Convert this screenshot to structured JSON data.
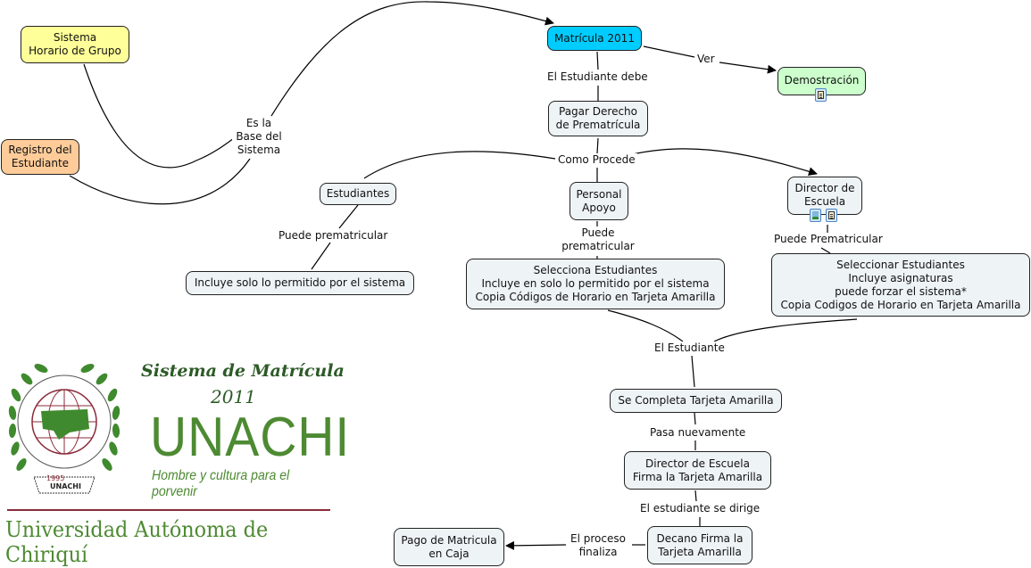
{
  "concept_map": {
    "nodes": {
      "sistema_horario": {
        "text": "Sistema\nHorario de Grupo",
        "fill": "#ffff99"
      },
      "registro": {
        "text": "Registro del\nEstudiante",
        "fill": "#ffcc99"
      },
      "matricula": {
        "text": "Matrícula 2011",
        "fill": "#00ccff"
      },
      "demostracion": {
        "text": "Demostración",
        "fill": "#ccffcc"
      },
      "pagar": {
        "text": "Pagar Derecho\nde Prematrícula",
        "fill": "#eef3f5"
      },
      "estudiantes": {
        "text": "Estudiantes",
        "fill": "#eef3f5"
      },
      "personal": {
        "text": "Personal\nApoyo",
        "fill": "#eef3f5"
      },
      "director": {
        "text": "Director de\nEscuela",
        "fill": "#eef3f5"
      },
      "incluye_solo": {
        "text": "Incluye solo lo permitido por el sistema",
        "fill": "#eef3f5"
      },
      "selecciona": {
        "text": "Selecciona Estudiantes\nIncluye en solo lo permitido por el sistema\nCopia Códigos de Horario en Tarjeta Amarilla",
        "fill": "#eef3f5"
      },
      "seleccionar": {
        "text": "Seleccionar Estudiantes\nIncluye asignaturas\npuede forzar el sistema*\nCopia Codigos de Horario en Tarjeta Amarilla",
        "fill": "#eef3f5"
      },
      "completa": {
        "text": "Se Completa Tarjeta Amarilla",
        "fill": "#eef3f5"
      },
      "director_firma": {
        "text": "Director de Escuela\nFirma la Tarjeta Amarilla",
        "fill": "#eef3f5"
      },
      "decano": {
        "text": "Decano Firma la\nTarjeta Amarilla",
        "fill": "#eef3f5"
      },
      "pago": {
        "text": "Pago de Matricula\nen Caja",
        "fill": "#eef3f5"
      }
    },
    "link_labels": {
      "es_la_base": "Es la\nBase del\nSistema",
      "ver": "Ver",
      "estudiante_debe": "El Estudiante debe",
      "como_procede": "Como Procede",
      "puede_prem_est": "Puede prematricular",
      "puede_prem_pers": "Puede\nprematricular",
      "puede_prem_dir": "Puede Prematricular",
      "el_estudiante": "El Estudiante",
      "pasa": "Pasa nuevamente",
      "se_dirige": "El estudiante se dirige",
      "finaliza": "El proceso\nfinaliza"
    },
    "resources": {
      "demostracion": [
        "document-icon"
      ],
      "director": [
        "image-icon",
        "document-icon"
      ]
    }
  },
  "branding": {
    "title": "Sistema de Matrícula",
    "year": "2011",
    "acronym": "UNACHI",
    "slogan": "Hombre y cultura para el porvenir",
    "university": "Universidad Autónoma de Chiriquí",
    "seal_year": "1995",
    "seal_acronym": "UNACHI",
    "colors": {
      "green": "#4d8a32",
      "dark_green": "#2d5a27",
      "maroon": "#8b2b3a"
    }
  }
}
